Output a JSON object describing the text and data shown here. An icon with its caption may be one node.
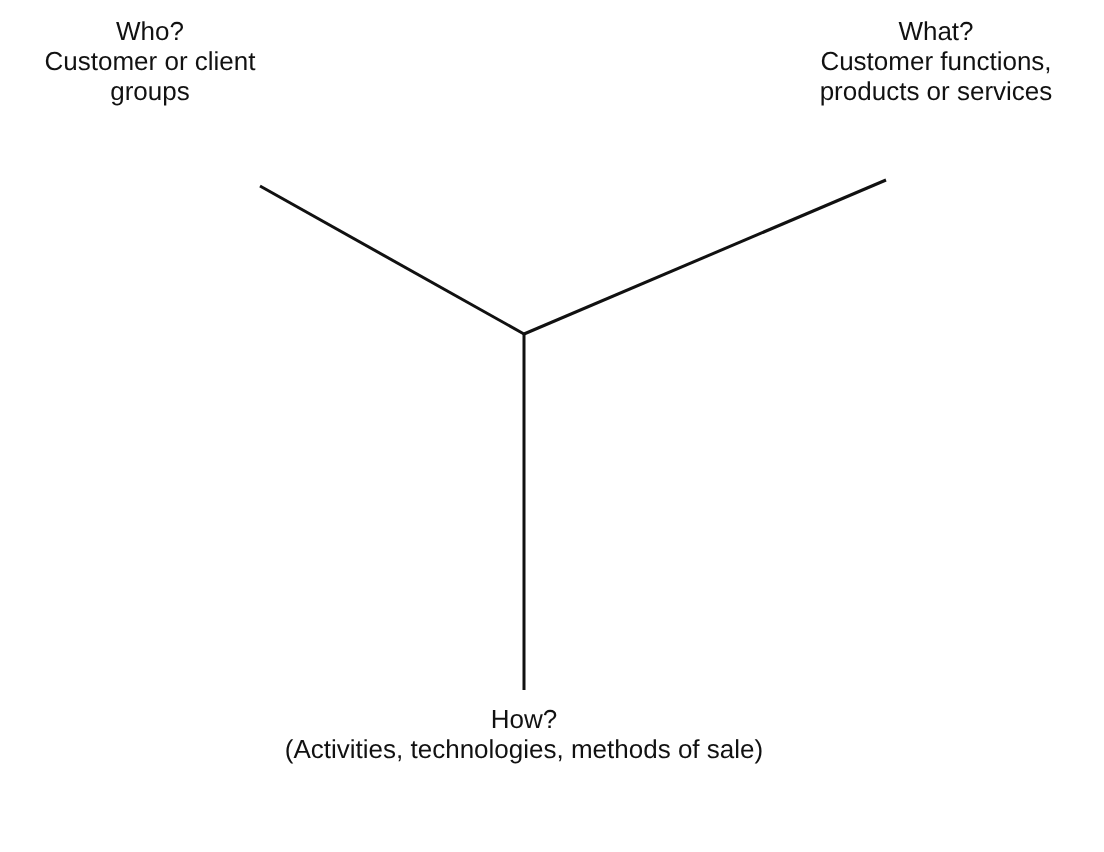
{
  "diagram": {
    "nodes": [
      {
        "text": [
          "Who?",
          "Customer or client groups"
        ]
      },
      {
        "text": [
          "What?",
          "Customer functions, products or services"
        ]
      },
      {
        "text": [
          "How?",
          "(Activities, technologies, methods of sale)"
        ]
      }
    ],
    "edges": [
      {
        "from": null,
        "to": 0,
        "arrow": "none"
      },
      {
        "from": null,
        "to": 1,
        "arrow": "none"
      },
      {
        "from": null,
        "to": 2,
        "arrow": "none"
      }
    ]
  }
}
